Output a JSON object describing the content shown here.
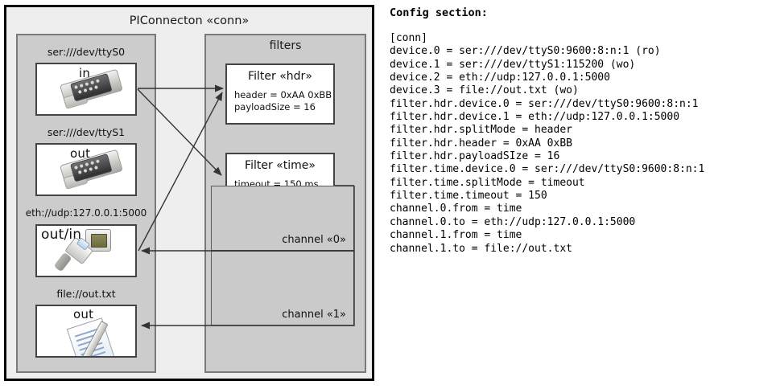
{
  "diagram": {
    "title": "PIConnecton «conn»",
    "devices_panel": {
      "items": [
        {
          "label": "ser:///dev/ttyS0",
          "kind": "in",
          "icon": "serial-port-icon"
        },
        {
          "label": "ser:///dev/ttyS1",
          "kind": "out",
          "icon": "serial-port-icon"
        },
        {
          "label": "eth://udp:127.0.0.1:5000",
          "kind": "out/in",
          "icon": "ethernet-icon"
        },
        {
          "label": "file://out.txt",
          "kind": "out",
          "icon": "file-document-icon"
        }
      ]
    },
    "filters_panel": {
      "title": "filters",
      "filters": [
        {
          "name": "Filter «hdr»",
          "props": "header = 0xAA 0xBB\npayloadSize = 16"
        },
        {
          "name": "Filter «time»",
          "props": "timeout = 150 ms"
        }
      ],
      "channels": [
        {
          "label": "channel «0»"
        },
        {
          "label": "channel «1»"
        }
      ]
    }
  },
  "config": {
    "title": "Config section:",
    "text": "[conn]\ndevice.0 = ser:///dev/ttyS0:9600:8:n:1 (ro)\ndevice.1 = ser:///dev/ttyS1:115200 (wo)\ndevice.2 = eth://udp:127.0.0.1:5000\ndevice.3 = file://out.txt (wo)\nfilter.hdr.device.0 = ser:///dev/ttyS0:9600:8:n:1\nfilter.hdr.device.1 = eth://udp:127.0.0.1:5000\nfilter.hdr.splitMode = header\nfilter.hdr.header = 0xAA 0xBB\nfilter.hdr.payloadSIze = 16\nfilter.time.device.0 = ser:///dev/ttyS0:9600:8:n:1\nfilter.time.splitMode = timeout\nfilter.time.timeout = 150\nchannel.0.from = time\nchannel.0.to = eth://udp:127.0.0.1:5000\nchannel.1.from = time\nchannel.1.to = file://out.txt"
  },
  "colors": {
    "frame_border": "#000000",
    "outer_fill": "#eeeeee",
    "panel_fill": "#cccccc",
    "panel_border": "#7a7a7a",
    "box_fill": "#ffffff",
    "box_border": "#444444",
    "arrow": "#333333"
  }
}
